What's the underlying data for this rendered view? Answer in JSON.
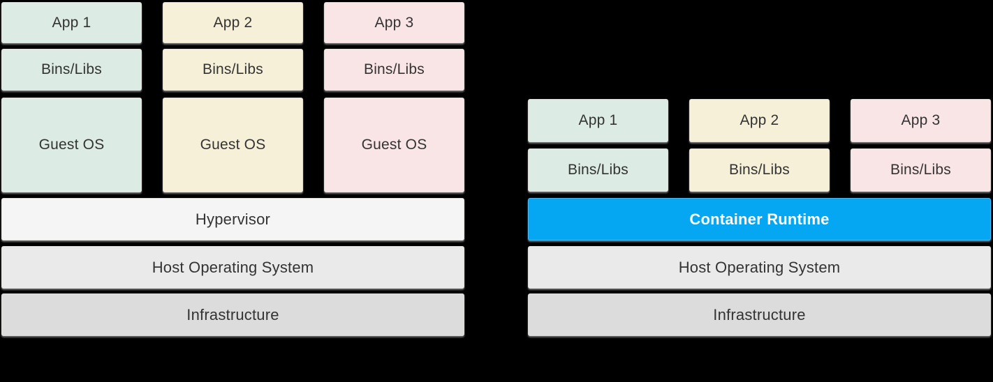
{
  "colors": {
    "background": "#000000",
    "mint": "#dcebe3",
    "cream": "#f7f0d8",
    "pink": "#fae5e6",
    "hypervisor_fill": "#f5f5f5",
    "host_os_fill": "#eaeaea",
    "infrastructure_fill": "#dcdcdc",
    "container_runtime_fill": "#05a6f2",
    "text_dark": "#333333",
    "text_light": "#ffffff"
  },
  "vm_stack": {
    "columns": [
      {
        "app": "App 1",
        "bins": "Bins/Libs",
        "guest_os": "Guest OS",
        "color": "mint"
      },
      {
        "app": "App 2",
        "bins": "Bins/Libs",
        "guest_os": "Guest OS",
        "color": "cream"
      },
      {
        "app": "App 3",
        "bins": "Bins/Libs",
        "guest_os": "Guest OS",
        "color": "pink"
      }
    ],
    "layers": [
      {
        "label": "Hypervisor"
      },
      {
        "label": "Host Operating System"
      },
      {
        "label": "Infrastructure"
      }
    ]
  },
  "container_stack": {
    "columns": [
      {
        "app": "App 1",
        "bins": "Bins/Libs",
        "color": "mint"
      },
      {
        "app": "App 2",
        "bins": "Bins/Libs",
        "color": "cream"
      },
      {
        "app": "App 3",
        "bins": "Bins/Libs",
        "color": "pink"
      }
    ],
    "layers": [
      {
        "label": "Container Runtime",
        "highlight": true
      },
      {
        "label": "Host Operating System"
      },
      {
        "label": "Infrastructure"
      }
    ]
  }
}
